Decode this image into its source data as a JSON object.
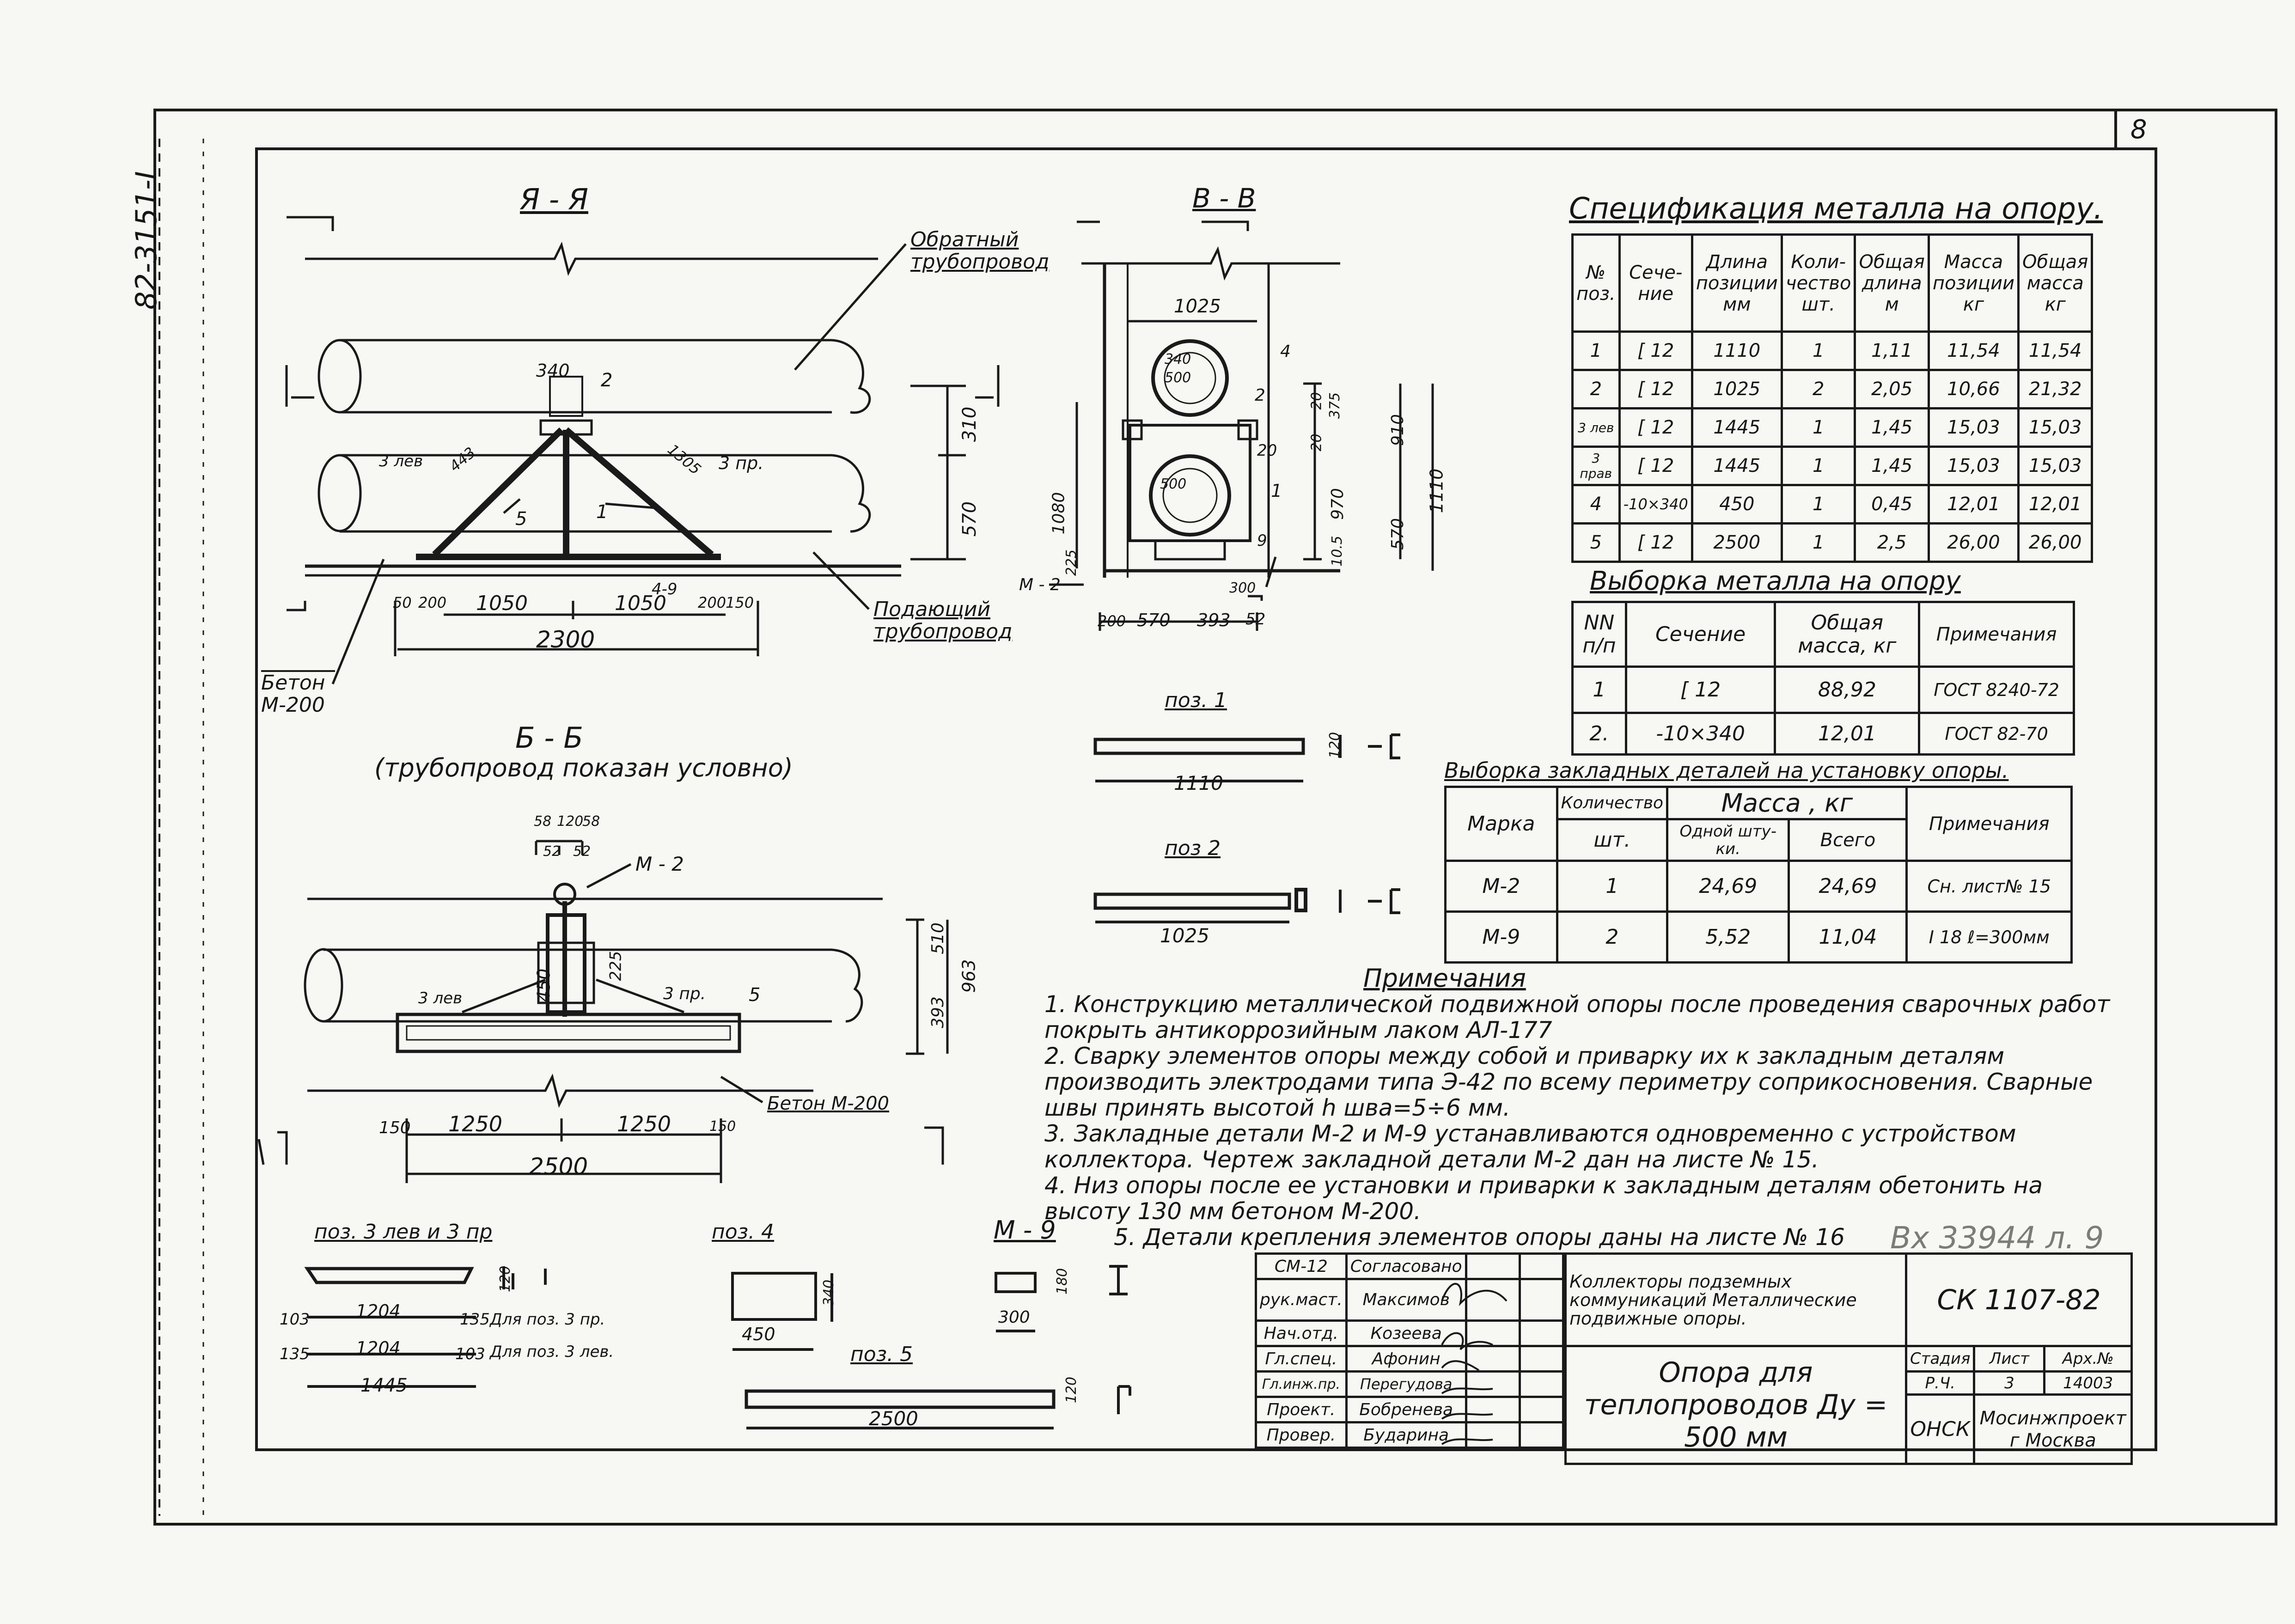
{
  "sheet": {
    "number": "8",
    "side_code": "82-3151-I",
    "stamp": "Вх 33944 л. 9"
  },
  "views": {
    "aa": "Я - Я",
    "bb": "Б - Б",
    "bb_note": "(трубопровод показан условно)",
    "vv": "В - В",
    "return_pipe": "Обратный трубопровод",
    "supply_pipe": "Подающий трубопровод",
    "concrete": "Бетон М-200",
    "concrete_bb": "Бетон М-200"
  },
  "dims": {
    "aa": {
      "d340": "340",
      "d2": "2",
      "d310": "310",
      "d570": "570",
      "d3lev": "3 лев",
      "d3pr": "3 пр.",
      "d5": "5",
      "d1": "1",
      "d4": "4",
      "d9": "4-9",
      "d200": "200",
      "d150": "150",
      "d50": "50",
      "d200b": "200",
      "d1050a": "1050",
      "d1050b": "1050",
      "d2300": "2300",
      "d443": "443",
      "d1305": "1305"
    },
    "bb": {
      "d58a": "58",
      "d120": "120",
      "d58b": "58",
      "d52a": "52",
      "d52b": "52",
      "m2": "М - 2",
      "d450": "450",
      "d225": "225",
      "d3lev": "3 лев",
      "d3pr": "3 пр.",
      "d5": "5",
      "d510": "510",
      "d393": "393",
      "d963": "963",
      "d150a": "150",
      "d1250a": "1250",
      "d1250b": "1250",
      "d150b": "150",
      "d2500": "2500"
    },
    "vv": {
      "d1025": "1025",
      "d4": "4",
      "d340": "340",
      "d500a": "500",
      "d500b": "500",
      "d2": "2",
      "d20a": "20",
      "d20b": "20",
      "d20c": "20",
      "d375": "375",
      "d970": "970",
      "d910": "910",
      "d570": "570",
      "d1110": "1110",
      "d1080": "1080",
      "d1": "1",
      "d9": "9",
      "d105": "10.5",
      "d225": "225",
      "m2": "М - 2",
      "d300": "300",
      "d200": "200",
      "d570b": "570",
      "d393": "393",
      "d52": "52"
    }
  },
  "parts": {
    "p1": {
      "label": "поз. 1",
      "len": "1110",
      "h": "120"
    },
    "p2": {
      "label": "поз 2",
      "len": "1025"
    },
    "p3": {
      "label": "поз. 3 лев и 3 пр",
      "h": "120",
      "r1a": "103",
      "r1b": "1204",
      "r1c": "135",
      "r1d": "Для поз. 3 пр.",
      "r2a": "135",
      "r2b": "1204",
      "r2c": "103",
      "r2d": "Для поз. 3 лев.",
      "total": "1445"
    },
    "p4": {
      "label": "поз. 4",
      "h": "340",
      "w": "450"
    },
    "m9": {
      "label": "М - 9",
      "h": "180",
      "w": "300"
    },
    "p5": {
      "label": "поз. 5",
      "len": "2500",
      "h": "120"
    }
  },
  "spec": {
    "title": "Спецификация металла на опору.",
    "headers": [
      "№ поз.",
      "Сече-ние",
      "Длина позиции мм",
      "Коли-чество шт.",
      "Общая длина м",
      "Масса позиции кг",
      "Общая масса кг"
    ],
    "rows": [
      [
        "1",
        "[ 12",
        "1110",
        "1",
        "1,11",
        "11,54",
        "11,54"
      ],
      [
        "2",
        "[ 12",
        "1025",
        "2",
        "2,05",
        "10,66",
        "21,32"
      ],
      [
        "3 лев",
        "[ 12",
        "1445",
        "1",
        "1,45",
        "15,03",
        "15,03"
      ],
      [
        "3 прав",
        "[ 12",
        "1445",
        "1",
        "1,45",
        "15,03",
        "15,03"
      ],
      [
        "4",
        "-10×340",
        "450",
        "1",
        "0,45",
        "12,01",
        "12,01"
      ],
      [
        "5",
        "[ 12",
        "2500",
        "1",
        "2,5",
        "26,00",
        "26,00"
      ]
    ]
  },
  "vyborka": {
    "title": "Выборка металла на опору",
    "headers": [
      "NN п/п",
      "Сечение",
      "Общая масса, кг",
      "Примечания"
    ],
    "rows": [
      [
        "1",
        "[ 12",
        "88,92",
        "ГОСТ 8240-72"
      ],
      [
        "2.",
        "-10×340",
        "12,01",
        "ГОСТ 82-70"
      ]
    ]
  },
  "embedded": {
    "title": "Выборка закладных деталей на установку опоры.",
    "h_mark": "Марка",
    "h_qty": "Количество",
    "h_qty_unit": "шт.",
    "h_mass": "Масса , кг",
    "h_one": "Одной шту-ки.",
    "h_all": "Всего",
    "h_note": "Примечания",
    "rows": [
      [
        "М-2",
        "1",
        "24,69",
        "24,69",
        "Сн. лист№ 15"
      ],
      [
        "М-9",
        "2",
        "5,52",
        "11,04",
        "I 18 ℓ=300мм"
      ]
    ]
  },
  "notes": {
    "title": "Примечания",
    "items": [
      "1. Конструкцию металлической подвижной опоры после проведения сварочных работ покрыть антикоррозийным лаком АЛ-177",
      "2. Сварку элементов опоры между собой и приварку их к закладным деталям производить электродами типа Э-42 по всему периметру соприкосновения. Сварные швы принять высотой h шва=5÷6 мм.",
      "3. Закладные детали М-2 и М-9 устанавливаются одновременно с устройством коллектора. Чертеж закладной детали М-2 дан на листе № 15.",
      "4. Низ опоры после ее установки и приварки к закладным деталям обетонить на высоту 130 мм бетоном М-200.",
      "5. Детали крепления элементов опоры даны на листе № 16"
    ]
  },
  "title_block": {
    "r1c1": "СМ-12",
    "r1c2": "Согласовано",
    "r2c1": "рук.маст.",
    "r2c2": "Максимов",
    "r3c1": "Нач.отд.",
    "r3c2": "Козеева",
    "r4c1": "Гл.спец.",
    "r4c2": "Афонин",
    "r5c1": "Гл.инж.пр.",
    "r5c2": "Перегудова",
    "r6c1": "Проект.",
    "r6c2": "Бобренева",
    "r7c1": "Провер.",
    "r7c2": "Бударина",
    "project": "Коллекторы подземных коммуникаций Металлические подвижные опоры.",
    "code": "СК 1107-82",
    "name": "Опора для теплопроводов Ду = 500 мм",
    "h_stage": "Стадия",
    "h_sheet": "Лист",
    "h_arch": "Арх.№",
    "stage": "Р.Ч.",
    "sheet": "3",
    "arch": "14003",
    "dept": "ОНСК",
    "org": "Мосинжпроект г Москва"
  }
}
